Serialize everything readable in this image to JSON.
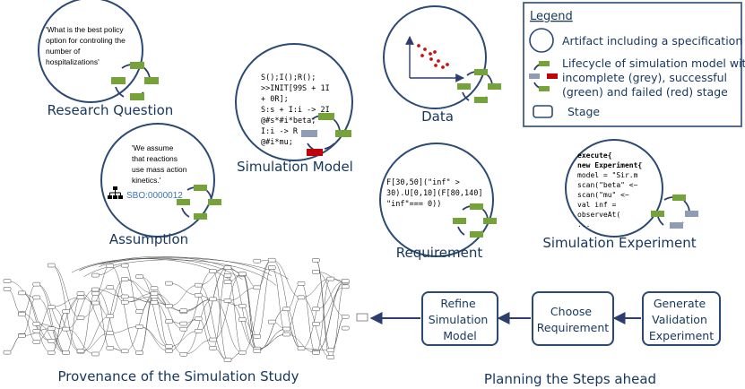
{
  "colors": {
    "circle": "#2b4a73",
    "caption": "#16365d",
    "green": "#76a23a",
    "grey": "#8e9db3",
    "red": "#c0000b",
    "arrow": "#2c3e6e",
    "dots": "#c21414",
    "link": "#3b73b9"
  },
  "legend": {
    "title": "Legend",
    "artifact": "Artifact including a specification",
    "lifecycle_line1": "Lifecycle of simulation model with",
    "lifecycle_line2": "incomplete (grey), successful",
    "lifecycle_line3": "(green) and failed (red) stage",
    "stage": "Stage"
  },
  "research_question": {
    "caption": "Research Question",
    "quote_lines": [
      "'What is the best policy",
      "option for controling the",
      "number of",
      "hospitalizations'"
    ]
  },
  "assumption": {
    "caption": "Assumption",
    "quote_lines": [
      "'We assume",
      "that reactions",
      "use mass action",
      "kinetics.'"
    ],
    "ontology_id": "SBO:0000012",
    "ontology_icon": "hierarchy-icon"
  },
  "simulation_model": {
    "caption": "Simulation Model",
    "code_lines": [
      "S();I();R();",
      ">>INIT[99S + 1I",
      "  + 0R];",
      "S:s + I:i -> 2I",
      "  @#s*#i*beta;",
      "I:i -> R",
      "  @#i*mu;"
    ]
  },
  "data": {
    "caption": "Data"
  },
  "requirement": {
    "caption": "Requirement",
    "code_lines": [
      "F[30,50](\"inf\" >",
      "30).U[0,10](F[80,140]",
      "\"inf\"=== 0))"
    ]
  },
  "simulation_experiment": {
    "caption": "Simulation Experiment",
    "code_lines": [
      "execute{",
      "  new Experiment{",
      "    model = \"Sir.m",
      "    scan(\"beta\" <~",
      "    scan(\"mu\" <~",
      "    val inf =",
      "    observeAt(",
      "    ..."
    ]
  },
  "planning": {
    "caption": "Planning the Steps ahead",
    "step1_lines": [
      "Refine",
      "Simulation",
      "Model"
    ],
    "step2_lines": [
      "Choose",
      "Requirement"
    ],
    "step3_lines": [
      "Generate",
      "Validation",
      "Experiment"
    ]
  },
  "provenance": {
    "caption": "Provenance of the Simulation Study"
  }
}
